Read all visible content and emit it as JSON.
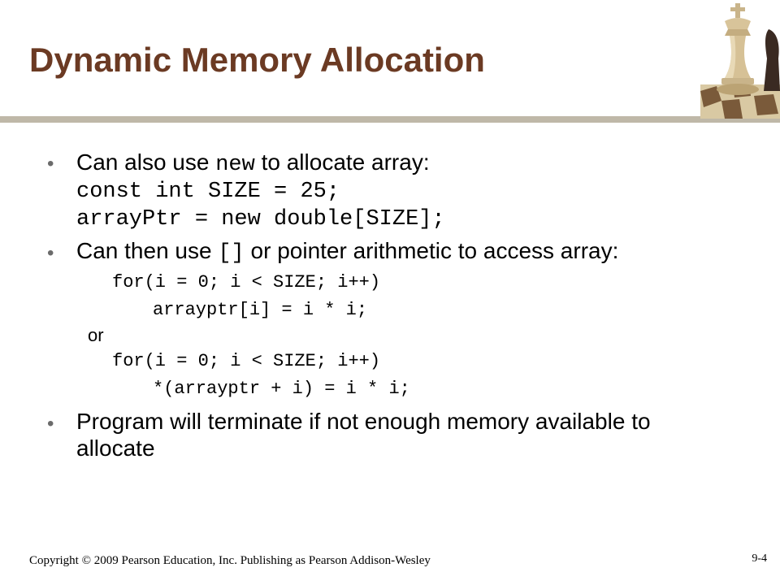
{
  "slide": {
    "title": "Dynamic Memory Allocation",
    "bullets": [
      {
        "text_before": "Can also use ",
        "code_inline": "new",
        "text_after": " to allocate array:",
        "code_lines": [
          "const int SIZE = 25;",
          "arrayPtr = new double[SIZE];"
        ]
      },
      {
        "text_before": "Can then use ",
        "code_inline": "[]",
        "text_after": " or pointer arithmetic to access array:",
        "code_block_1": [
          "for(i = 0; i < SIZE; i++)",
          "arrayptr[i] = i * i;"
        ],
        "or_label": "or",
        "code_block_2": [
          "for(i = 0; i < SIZE; i++)",
          "*(arrayptr + i) = i * i;"
        ]
      },
      {
        "line1": "Program will terminate if not enough memory available to",
        "line2": "allocate"
      }
    ],
    "bullet_symbol": "•"
  },
  "footer": {
    "copyright": "Copyright © 2009 Pearson Education, Inc. Publishing as Pearson Addison-Wesley",
    "page_number": "9-4"
  },
  "colors": {
    "title": "#6b3a23",
    "rule": "#bfb8a8",
    "bullet": "#6b6b6b",
    "text": "#000000"
  },
  "icons": [
    "chess-king-icon"
  ]
}
